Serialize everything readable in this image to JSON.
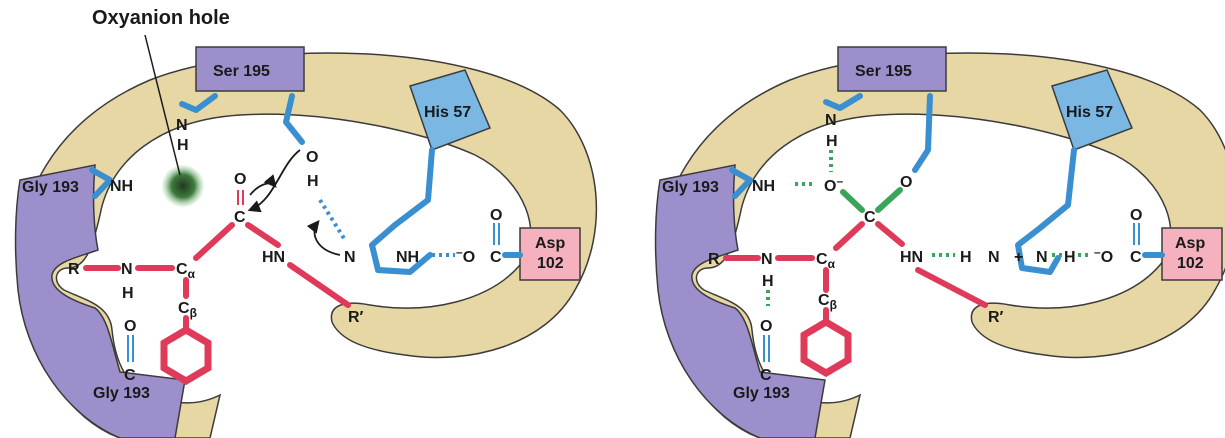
{
  "title": "Oxyanion hole",
  "colors": {
    "enzyme": "#e6d7a4",
    "enzyme_stroke": "#3b3b3b",
    "ser_box": "#9d8fcc",
    "his_box": "#7ab7e3",
    "asp_box": "#f5b1be",
    "gly_region": "#9d8fcc",
    "backbone_red": "#e03a5a",
    "enzyme_blue": "#3a8fd1",
    "hbond_green": "#3aa55a",
    "oxyanion_hole": "#2f6b2f"
  },
  "residues": {
    "ser": "Ser 195",
    "his": "His 57",
    "gly_side": "Gly 193",
    "gly_bottom": "Gly 193",
    "asp_line1": "Asp",
    "asp_line2": "102"
  },
  "atoms": {
    "N": "N",
    "H": "H",
    "NH": "NH",
    "O": "O",
    "C": "C",
    "R": "R",
    "R_prime": "R′",
    "HN": "HN",
    "O_minus_pre": "–",
    "O_minus_post": "–",
    "plus": "+",
    "C_alpha_main": "C",
    "alpha": "α",
    "C_beta_main": "C",
    "beta": "β"
  }
}
